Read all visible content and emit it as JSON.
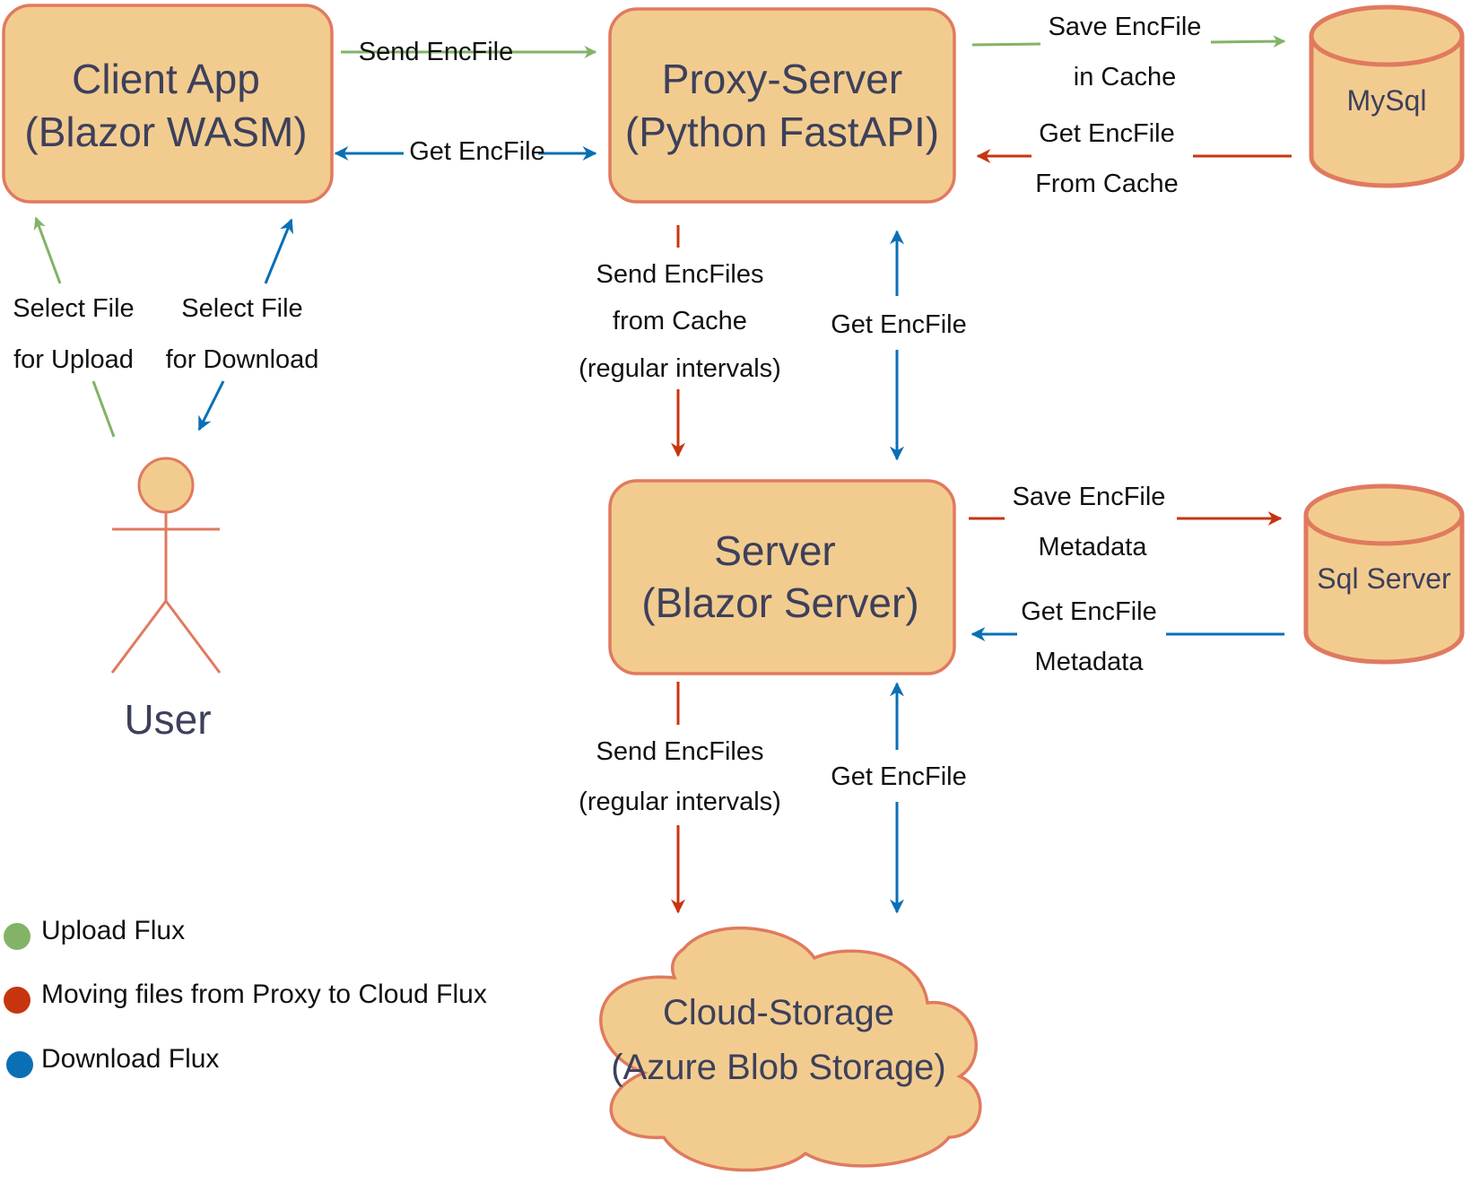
{
  "colors": {
    "node_fill": "#F2CC8F",
    "node_stroke": "#E07A5F",
    "node_text": "#3D405B",
    "upload": "#82B366",
    "proxy_to_cloud": "#C7350F",
    "download": "#0A6FB5"
  },
  "nodes": {
    "client_app": {
      "line1": "Client App",
      "line2": "(Blazor WASM)"
    },
    "proxy_server": {
      "line1": "Proxy-Server",
      "line2": "(Python FastAPI)"
    },
    "server": {
      "line1": "Server",
      "line2": "(Blazor Server)"
    },
    "mysql": {
      "label": "MySql"
    },
    "sql_server": {
      "label": "Sql Server"
    },
    "cloud_storage": {
      "line1": "Cloud-Storage",
      "line2": "(Azure Blob Storage)"
    },
    "user": {
      "label": "User"
    }
  },
  "edges": {
    "client_send": {
      "line1": "Send EncFile"
    },
    "client_get": {
      "line1": "Get EncFile"
    },
    "select_upload": {
      "line1": "Select File",
      "line2": "for Upload"
    },
    "select_download": {
      "line1": "Select File",
      "line2": "for Download"
    },
    "save_cache": {
      "line1": "Save EncFile",
      "line2": "in Cache"
    },
    "get_cache": {
      "line1": "Get EncFile",
      "line2": "From Cache"
    },
    "send_from_cache": {
      "line1": "Send EncFiles",
      "line2": "from Cache",
      "line3": "(regular intervals)"
    },
    "proxy_server_get": {
      "line1": "Get EncFile"
    },
    "save_metadata": {
      "line1": "Save EncFile",
      "line2": "Metadata"
    },
    "get_metadata": {
      "line1": "Get EncFile",
      "line2": "Metadata"
    },
    "send_to_cloud": {
      "line1": "Send EncFiles",
      "line2": "(regular intervals)"
    },
    "cloud_get": {
      "line1": "Get EncFile"
    }
  },
  "legend": {
    "upload": {
      "label": "Upload Flux",
      "color": "#82B366"
    },
    "moving": {
      "label": "Moving files from Proxy to Cloud Flux",
      "color": "#C7350F"
    },
    "download": {
      "label": "Download Flux",
      "color": "#0A6FB5"
    }
  }
}
